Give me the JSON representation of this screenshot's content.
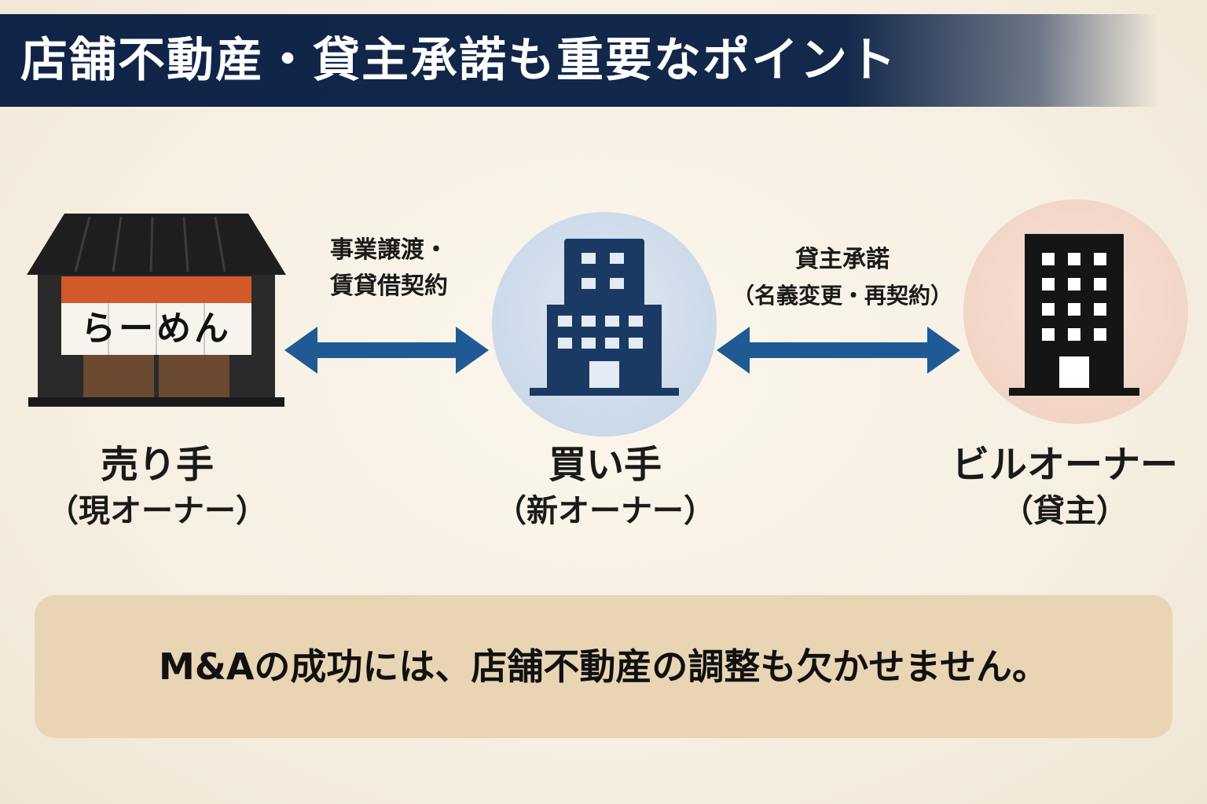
{
  "title": "店舗不動産・貸主承諾も重要なポイント",
  "seller": {
    "label": "売り手",
    "sublabel": "（現オーナー）",
    "shop_sign": "らーめん"
  },
  "buyer": {
    "label": "買い手",
    "sublabel": "（新オーナー）"
  },
  "landlord": {
    "label": "ビルオーナー",
    "sublabel": "（貸主）"
  },
  "edge_left": {
    "line1": "事業譲渡・",
    "line2": "賃貸借契約"
  },
  "edge_right": {
    "line1": "貸主承諾",
    "line2": "（名義変更・再契約）"
  },
  "footer": "M&Aの成功には、店舗不動産の調整も欠かせません。",
  "colors": {
    "title_bg": "#13284b",
    "arrow": "#1f5a94",
    "buyer_circle": "#c9d8ea",
    "landlord_circle": "#f2d5c7",
    "footer_bg": "#e9d4b4",
    "noren": "#d2592a"
  },
  "icons": {
    "seller": "ramen-shop-icon",
    "buyer": "office-building-icon",
    "landlord": "tall-building-icon"
  }
}
